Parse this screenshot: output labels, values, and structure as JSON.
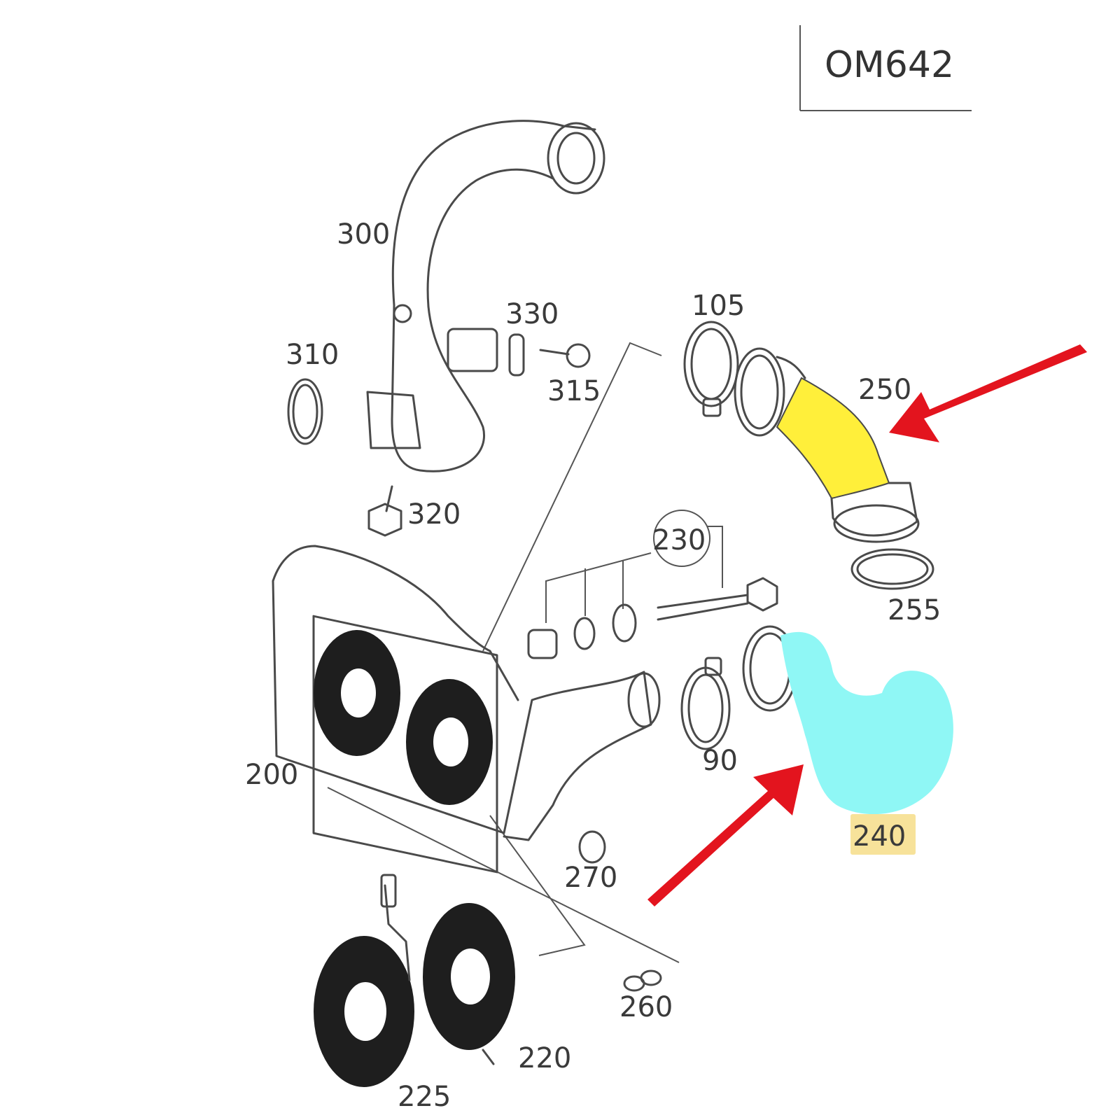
{
  "diagram": {
    "title": "OM642",
    "labels": [
      "300",
      "310",
      "330",
      "315",
      "105",
      "250",
      "320",
      "230",
      "255",
      "200",
      "90",
      "240",
      "270",
      "260",
      "220",
      "225"
    ],
    "colors": {
      "highlight_250": "#ffef3a",
      "highlight_240": "#8ff7f5",
      "label_240_bg": "#f7e29a",
      "arrow": "#e3141e",
      "line": "#4a4a4a"
    },
    "icons": [
      "arrow-icon"
    ]
  }
}
